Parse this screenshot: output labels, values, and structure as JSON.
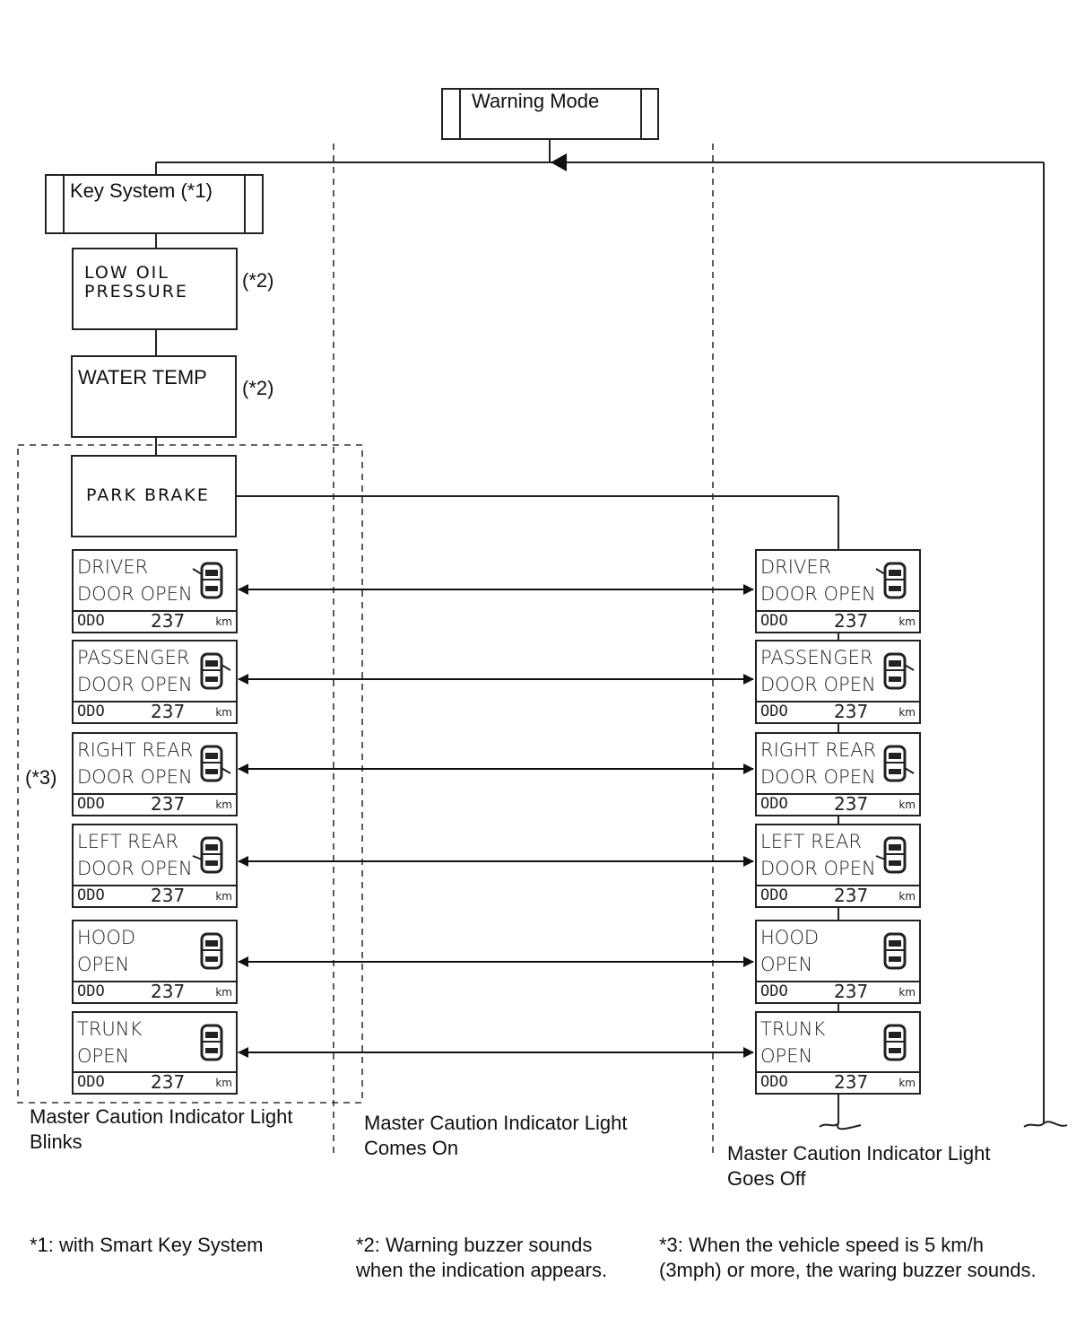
{
  "warning_mode": "Warning Mode",
  "key_system": "Key System (*1)",
  "low_oil": [
    "LOW  OIL",
    "PRESSURE"
  ],
  "water_temp": "WATER TEMP",
  "park_brake": "PARK  BRAKE",
  "note_ref_2": "(*2)",
  "note_ref_3": "(*3)",
  "displays": [
    {
      "l1": "DRIVER",
      "l2": "DOOR  OPEN",
      "door": "front-left"
    },
    {
      "l1": "PASSENGER",
      "l2": "DOOR  OPEN",
      "door": "front-right"
    },
    {
      "l1": "RIGHT REAR",
      "l2": "DOOR  OPEN",
      "door": "rear-right"
    },
    {
      "l1": "LEFT REAR",
      "l2": "DOOR  OPEN",
      "door": "rear-left"
    },
    {
      "l1": "HOOD",
      "l2": "OPEN",
      "door": "hood"
    },
    {
      "l1": "TRUNK",
      "l2": "OPEN",
      "door": "trunk"
    }
  ],
  "odo": {
    "label": "ODO",
    "value": "237",
    "unit": "km"
  },
  "columns": {
    "blinks": [
      "Master Caution Indicator Light",
      "Blinks"
    ],
    "comes_on": [
      "Master Caution Indicator Light",
      "Comes On"
    ],
    "goes_off": [
      "Master Caution Indicator Light",
      "Goes Off"
    ]
  },
  "footnotes": {
    "n1": [
      "*1: with Smart Key System"
    ],
    "n2": [
      "*2: Warning buzzer sounds",
      "when the  indication appears."
    ],
    "n3": [
      "*3: When the vehicle speed is 5 km/h",
      "(3mph) or more, the waring buzzer sounds."
    ]
  }
}
